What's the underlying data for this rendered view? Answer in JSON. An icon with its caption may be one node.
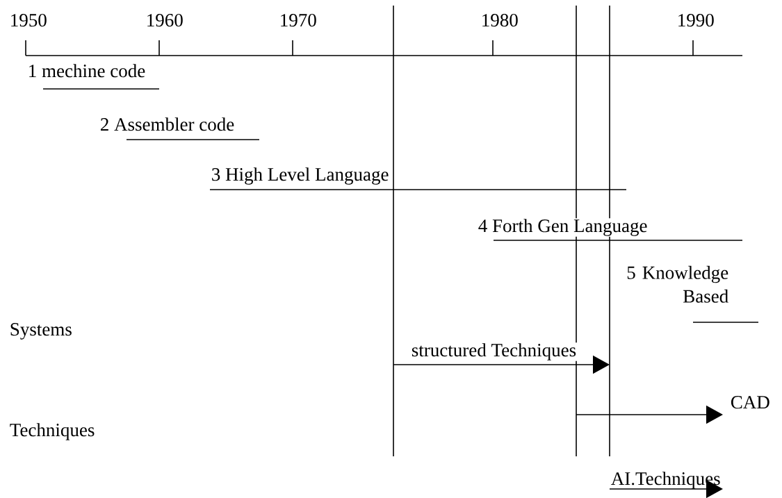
{
  "diagram": {
    "labels": [
      "1950",
      "1960",
      "1970",
      "1980",
      "1990",
      "1 mechine code",
      "2 Assembler code",
      "3 High Level Language",
      "4 Forth Gen Language",
      "5 Knowledge Based",
      "Systems",
      "structured Techniques",
      "Techniques",
      "AI.Techniques",
      "CAD"
    ]
  }
}
